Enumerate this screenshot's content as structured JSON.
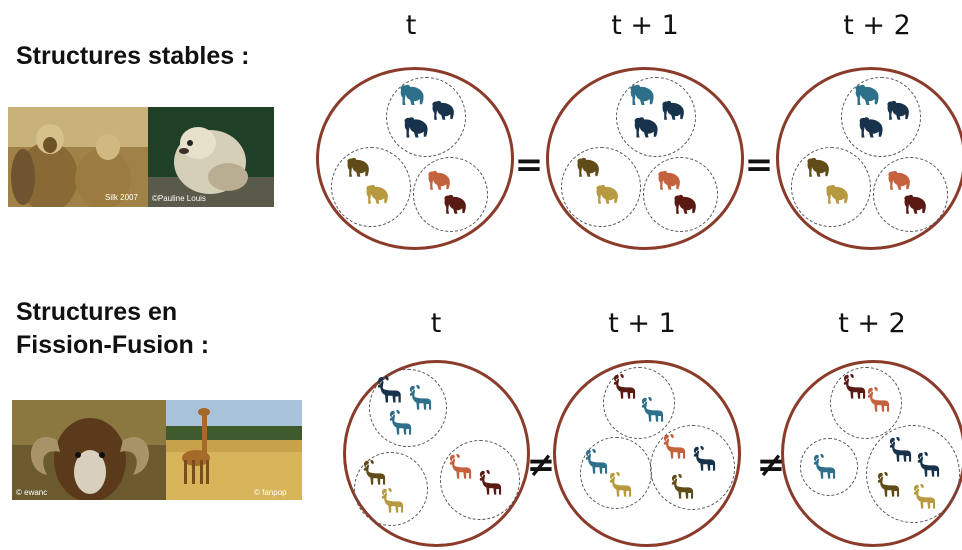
{
  "rows": [
    {
      "heading": [
        "Structures stables :"
      ],
      "times": [
        "t",
        "t + 1",
        "t + 2"
      ],
      "relations": [
        "=",
        "="
      ],
      "photo_credits": [
        "Silk 2007",
        "©Pauline Louis"
      ]
    },
    {
      "heading": [
        "Structures en",
        "Fission-Fusion :"
      ],
      "times": [
        "t",
        "t + 1",
        "t + 2"
      ],
      "relations": [
        "≠",
        "≠"
      ],
      "photo_credits": [
        "© ewanc",
        "© fanpop"
      ]
    }
  ],
  "colors": {
    "ring": "#8a3b2a",
    "blue_teal": "#2e6f8a",
    "navy": "#17324a",
    "olive": "#5f4c18",
    "mustard": "#b79a3f",
    "rust": "#c4623e",
    "maroon": "#5a1a14"
  },
  "icons": [
    "primate-icon",
    "ram-icon"
  ]
}
